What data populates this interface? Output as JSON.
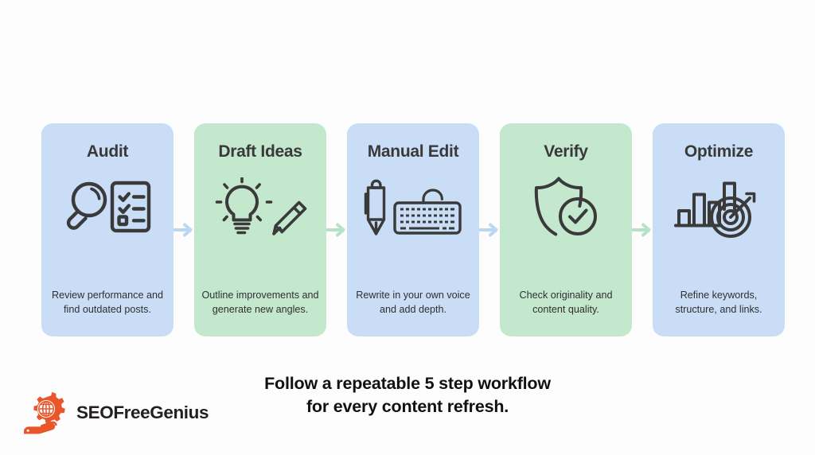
{
  "theme": {
    "background": "#fdfdfd",
    "card_blue": "#c9ddf7",
    "card_green": "#c3e8ce",
    "arrow_blue": "#bcd7f3",
    "arrow_green": "#b6e3c5",
    "text_dark": "#393939",
    "caption_color": "#111111",
    "brand_orange": "#e8562a",
    "brand_text": "#231f20"
  },
  "steps": [
    {
      "title": "Audit",
      "description": "Review performance and find outdated posts.",
      "color": "blue",
      "icon": "magnifier-checklist-icon"
    },
    {
      "title": "Draft Ideas",
      "description": "Outline improvements and generate new angles.",
      "color": "green",
      "icon": "lightbulb-pencil-icon"
    },
    {
      "title": "Manual Edit",
      "description": "Rewrite in your own voice and add depth.",
      "color": "blue",
      "icon": "pen-keyboard-icon"
    },
    {
      "title": "Verify",
      "description": "Check originality and content quality.",
      "color": "green",
      "icon": "shield-check-icon"
    },
    {
      "title": "Optimize",
      "description": "Refine keywords, structure, and links.",
      "color": "blue",
      "icon": "bar-chart-target-icon"
    }
  ],
  "arrows": [
    {
      "name": "arrow-audit-to-draft",
      "color": "blue"
    },
    {
      "name": "arrow-draft-to-edit",
      "color": "green"
    },
    {
      "name": "arrow-edit-to-verify",
      "color": "blue"
    },
    {
      "name": "arrow-verify-to-optimize",
      "color": "green"
    }
  ],
  "caption": {
    "line1": "Follow a repeatable 5 step workflow",
    "line2": "for every content refresh."
  },
  "brand": {
    "name": "SEOFreeGenius",
    "mark": "hand-holding-gear-globe-icon"
  }
}
